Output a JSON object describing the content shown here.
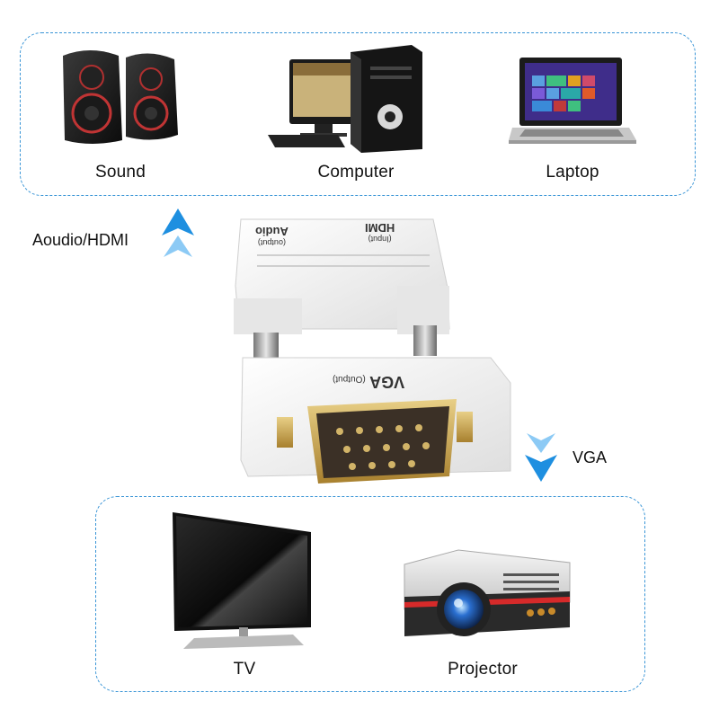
{
  "top_devices": [
    {
      "label": "Sound",
      "icon": "speakers-icon"
    },
    {
      "label": "Computer",
      "icon": "desktop-computer-icon"
    },
    {
      "label": "Laptop",
      "icon": "laptop-icon"
    }
  ],
  "bottom_devices": [
    {
      "label": "TV",
      "icon": "tv-icon"
    },
    {
      "label": "Projector",
      "icon": "projector-icon"
    }
  ],
  "adapter": {
    "port_top_left": "Audio",
    "port_top_left_sub": "(output)",
    "port_top_right": "HDMI",
    "port_top_right_sub": "(Input)",
    "port_bottom": "VGA",
    "port_bottom_sub": "(Output)"
  },
  "flow": {
    "up_label": "Aoudio/HDMI",
    "down_label": "VGA",
    "arrow_color": "#1e8fe0",
    "arrow_light_color": "#8ccaf5"
  },
  "colors": {
    "panel_border": "#3a95d6",
    "adapter_body": "#f1f1f1",
    "connector_gold": "#c9a24a"
  }
}
